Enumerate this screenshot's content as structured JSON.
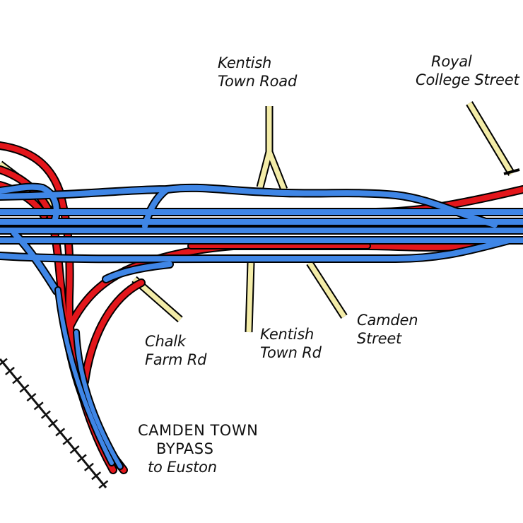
{
  "labels": {
    "kentish_town_road_top": {
      "line1": "Kentish",
      "line2": "Town Road"
    },
    "royal_college_street": {
      "line1": "Royal",
      "line2": "College Street"
    },
    "chalk_farm_rd": {
      "line1": "Chalk",
      "line2": "Farm Rd"
    },
    "kentish_town_rd_bottom": {
      "line1": "Kentish",
      "line2": "Town Rd"
    },
    "camden_street": {
      "line1": "Camden",
      "line2": "Street"
    },
    "bypass": {
      "line1": "CAMDEN TOWN",
      "line2": "BYPASS",
      "line3": "to Euston"
    }
  },
  "colors": {
    "motorway_blue": "#3f86e6",
    "slip_red": "#e3161b",
    "local_road_yellow": "#f3eca8",
    "outline": "#0a0a0a",
    "railway": "#111111",
    "background": "#ffffff"
  }
}
